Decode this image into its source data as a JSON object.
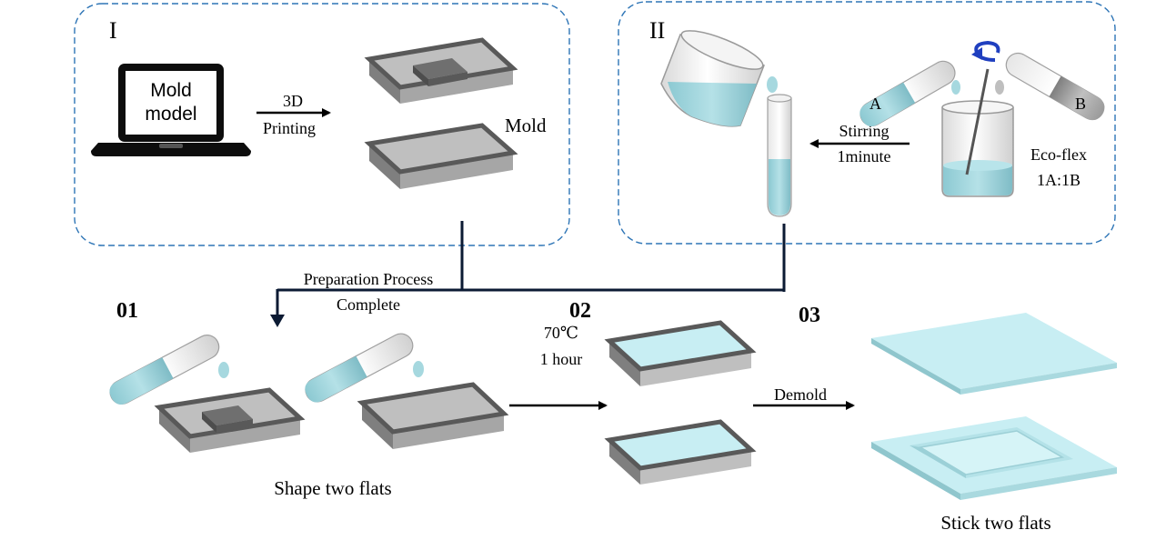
{
  "panel_one": {
    "roman": "I",
    "screen_lines": [
      "Mold",
      "model"
    ],
    "arrow_lines": [
      "3D",
      "Printing"
    ],
    "mold_label": "Mold"
  },
  "panel_two": {
    "roman": "II",
    "tube_a": "A",
    "tube_b": "B",
    "stir_lines": [
      "Stirring",
      "1minute"
    ],
    "ecoflex_lines": [
      "Eco-flex",
      "1A:1B"
    ]
  },
  "junction_lines": [
    "Preparation Process",
    "Complete"
  ],
  "steps": [
    {
      "number": "01",
      "caption": "Shape two flats"
    },
    {
      "number": "02",
      "condition_lines": [
        "70℃",
        "1 hour"
      ]
    },
    {
      "number": "03",
      "arrow_label": "Demold",
      "caption": "Stick two flats"
    }
  ],
  "colors": {
    "panel_border": "#2e75b6",
    "liquid": "#a6d8df",
    "mold_top": "#bfbfbf",
    "mold_dark": "#595959",
    "film": "#c8eef3"
  }
}
